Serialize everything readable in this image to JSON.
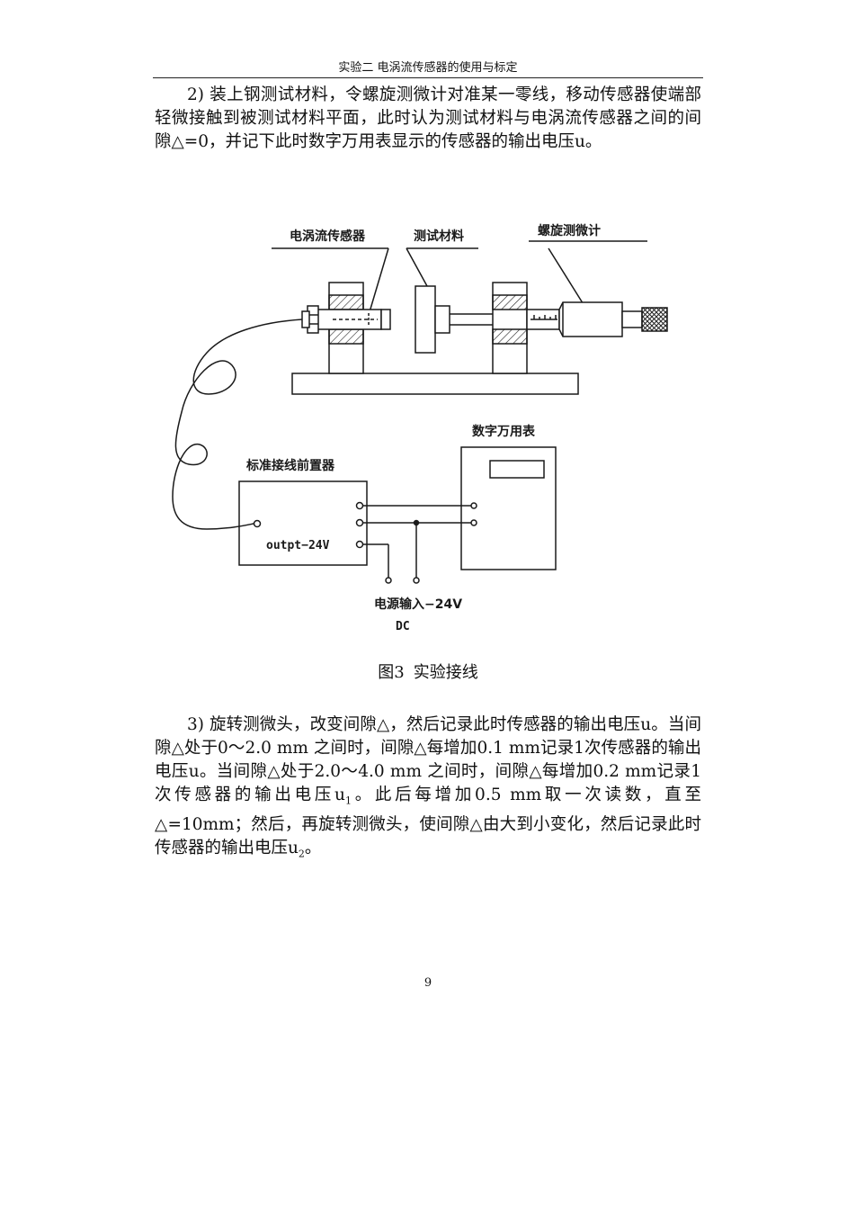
{
  "header": {
    "title": "实验二  电涡流传感器的使用与标定"
  },
  "paragraph_2": {
    "text": "2) 装上钢测试材料，令螺旋测微计对准某一零线，移动传感器使端部轻微接触到被测试材料平面，此时认为测试材料与电涡流传感器之间的间隙△=0，并记下此时数字万用表显示的传感器的输出电压u。"
  },
  "figure": {
    "labels": {
      "sensor": "电涡流传感器",
      "material": "测试材料",
      "micrometer": "螺旋测微计",
      "multimeter": "数字万用表",
      "preamp": "标准接线前置器",
      "output": "outpt−24V",
      "power_input": "电源输入−24V",
      "dc": "DC"
    },
    "caption_number": "图3",
    "caption_text": "实验接线"
  },
  "paragraph_3": {
    "part1": "3) 旋转测微头，改变间隙△，然后记录此时传感器的输出电压u。当间隙△处于0～2.0 mm 之间时，间隙△每增加0.1 mm记录1次传感器的输出电压u。当间隙△处于2.0～4.0  mm 之间时，间隙△每增加0.2  mm记录1次传感器的输出电压u",
    "sub1": "1",
    "part2": "。此后每增加0.5 mm取一次读数，直至△=10mm；然后，再旋转测微头，使间隙△由大到小变化，然后记录此时传感器的输出电压u",
    "sub2": "2",
    "part3": "。"
  },
  "footer": {
    "page_number": "9"
  }
}
